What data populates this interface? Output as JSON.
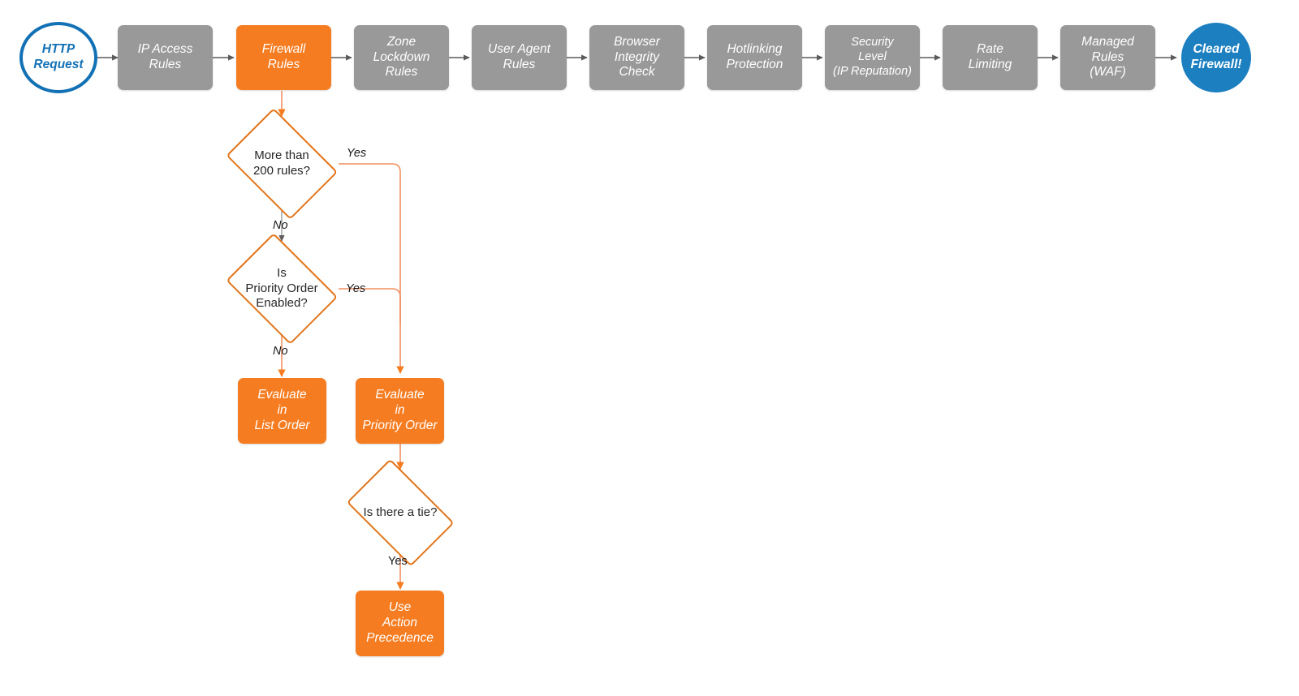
{
  "diagram": {
    "title": "Cloudflare firewall request evaluation pipeline",
    "colors": {
      "stage_gray": "#999999",
      "accent_orange": "#F57C20",
      "diamond_outline": "#E2751B",
      "start_blue": "#1271B5",
      "end_blue": "#1B7FC0",
      "arrow_gray": "#5B5B5B",
      "arrow_orange": "#F09060"
    }
  },
  "pipeline": {
    "start": {
      "label": "HTTP\nRequest"
    },
    "stages": [
      {
        "label": "IP Access\nRules",
        "state": "normal"
      },
      {
        "label": "Firewall\nRules",
        "state": "active"
      },
      {
        "label": "Zone\nLockdown\nRules",
        "state": "normal"
      },
      {
        "label": "User Agent\nRules",
        "state": "normal"
      },
      {
        "label": "Browser\nIntegrity\nCheck",
        "state": "normal"
      },
      {
        "label": "Hotlinking\nProtection",
        "state": "normal"
      },
      {
        "label": "Security\nLevel\n(IP Reputation)",
        "state": "normal"
      },
      {
        "label": "Rate\nLimiting",
        "state": "normal"
      },
      {
        "label": "Managed\nRules\n(WAF)",
        "state": "normal"
      }
    ],
    "end": {
      "label": "Cleared\nFirewall!"
    }
  },
  "branch": {
    "decisions": [
      {
        "id": "rule-count",
        "label": "More than\n200 rules?"
      },
      {
        "id": "priority-order",
        "label": "Is\nPriority Order\nEnabled?"
      },
      {
        "id": "tie",
        "label": "Is there a tie?"
      }
    ],
    "actions": [
      {
        "id": "list-order",
        "label": "Evaluate\nin\nList Order"
      },
      {
        "id": "priority-order-eval",
        "label": "Evaluate\nin\nPriority Order"
      },
      {
        "id": "action-precedence",
        "label": "Use\nAction\nPrecedence"
      }
    ],
    "edge_labels": {
      "rule_count_yes": "Yes",
      "rule_count_no": "No",
      "priority_yes": "Yes",
      "priority_no": "No",
      "tie_yes": "Yes"
    }
  }
}
